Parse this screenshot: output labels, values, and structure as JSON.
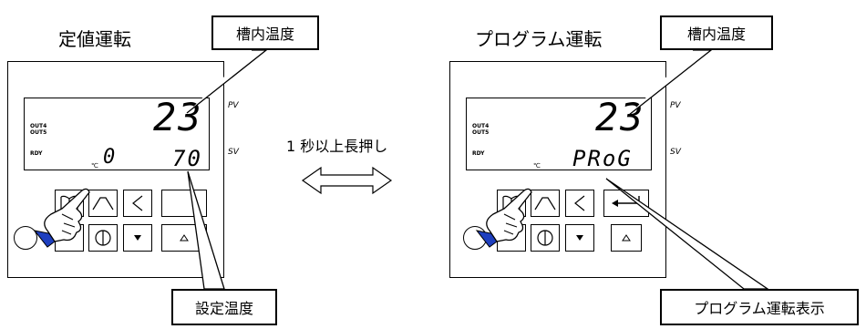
{
  "left": {
    "title": "定値運転",
    "callout_top": "槽内温度",
    "callout_bottom": "設定温度",
    "lcd": {
      "indicators": [
        "OUT4",
        "OUT5",
        "RDY"
      ],
      "pv_value": "23",
      "sv_value": "70",
      "sub_value": "0",
      "unit": "℃",
      "pv_label": "PV",
      "sv_label": "SV"
    }
  },
  "middle": {
    "label": "1 秒以上長押し"
  },
  "right": {
    "title": "プログラム運転",
    "callout_top": "槽内温度",
    "callout_bottom": "プログラム運転表示",
    "lcd": {
      "indicators": [
        "OUT4",
        "OUT5",
        "RDY"
      ],
      "pv_value": "23",
      "sv_value": "PRoG",
      "unit": "℃",
      "pv_label": "PV",
      "sv_label": "SV"
    }
  },
  "icons": [
    "book-icon",
    "ramp-icon",
    "left-arrow-icon",
    "enter-arrow-icon",
    "power-icon",
    "down-triangle-icon",
    "up-triangle-icon",
    "pointing-hand-icon",
    "double-arrow-icon"
  ]
}
